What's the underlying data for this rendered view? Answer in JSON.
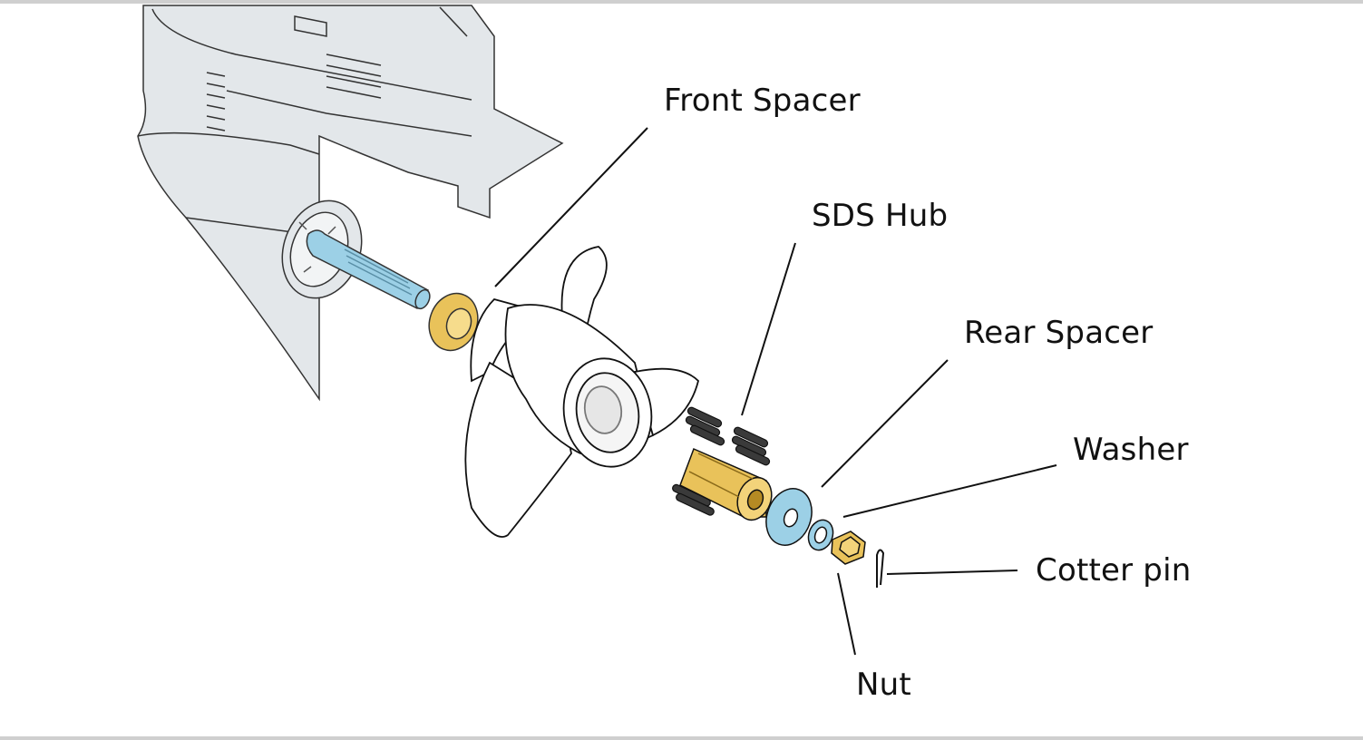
{
  "labels": {
    "front_spacer": "Front Spacer",
    "sds_hub": "SDS Hub",
    "rear_spacer": "Rear Spacer",
    "washer": "Washer",
    "cotter_pin": "Cotter pin",
    "nut": "Nut"
  },
  "colors": {
    "housing": "#e3e7ea",
    "shaft": "#9cd0e6",
    "brass": "#e9c25a",
    "rubber": "#3a3a3a",
    "outline": "#111111",
    "frame": "#cfcfcf"
  }
}
